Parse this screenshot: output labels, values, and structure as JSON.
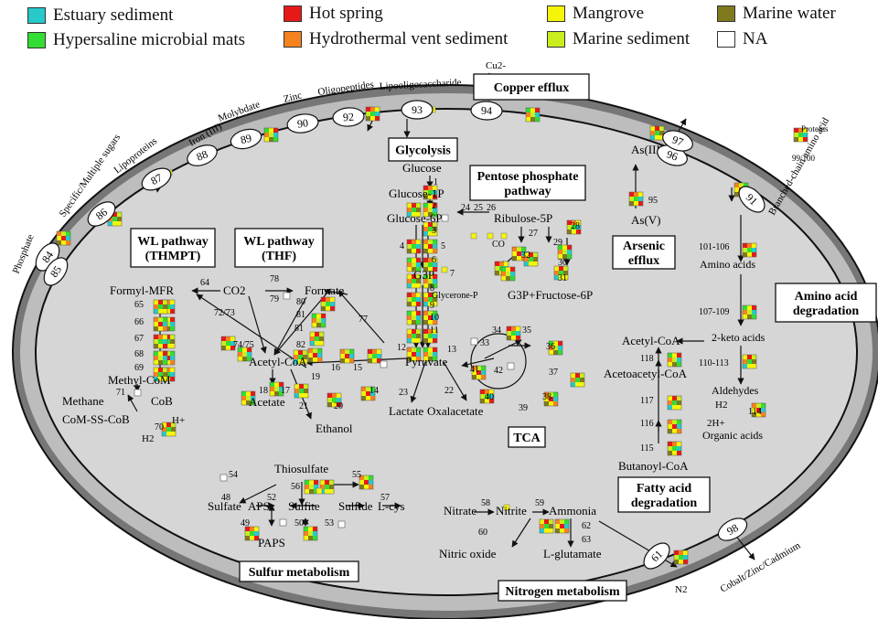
{
  "legend": [
    {
      "label": "Estuary sediment",
      "color": "#27c9c9"
    },
    {
      "label": "Hypersaline microbial mats",
      "color": "#33dd33"
    },
    {
      "label": "Hot spring",
      "color": "#e61919"
    },
    {
      "label": "Hydrothermal vent sediment",
      "color": "#f5821f"
    },
    {
      "label": "Mangrove",
      "color": "#f5f50a"
    },
    {
      "label": "Marine sediment",
      "color": "#c8ee1e"
    },
    {
      "label": "Marine water",
      "color": "#807a1e"
    },
    {
      "label": "NA",
      "color": "#ffffff"
    }
  ],
  "transporters": [
    {
      "num": "84",
      "label": "Phosphate"
    },
    {
      "num": "85",
      "label": ""
    },
    {
      "num": "86",
      "label": "Specific/Multiple sugars"
    },
    {
      "num": "87",
      "label": "Lipoproteins"
    },
    {
      "num": "88",
      "label": "Iron (III)"
    },
    {
      "num": "89",
      "label": "Molybdate"
    },
    {
      "num": "90",
      "label": "Zinc"
    },
    {
      "num": "92",
      "label": "Oligopeptides"
    },
    {
      "num": "93",
      "label": "Lipooligosaccharide"
    },
    {
      "num": "94",
      "label": "Cu2-"
    },
    {
      "num": "96",
      "label": ""
    },
    {
      "num": "97",
      "label": ""
    },
    {
      "num": "91",
      "label": "Branched-chain amino acid"
    },
    {
      "num": "98",
      "label": "Cobalt/Zinc/Cadmium"
    },
    {
      "num": "61",
      "label": "N2"
    }
  ],
  "boxes": {
    "copper": "Copper efflux",
    "glycolysis": "Glycolysis",
    "ppp": "Pentose phosphate pathway",
    "wl_thmpt": "WL pathway (THMPT)",
    "wl_thf": "WL pathway (THF)",
    "arsenic": "Arsenic efflux",
    "amino": "Amino acid degradation",
    "tca": "TCA",
    "fatty": "Fatty acid degradation",
    "sulfur": "Sulfur metabolism",
    "nitrogen": "Nitrogen metabolism"
  },
  "metabolites": {
    "glucose": "Glucose",
    "glucose1p": "Glucose-1P",
    "glucose6p": "Glucose-6P",
    "ribulose5p": "Ribulose-5P",
    "g3p": "G3P",
    "glyceroneP": "Glycerone-P",
    "g3pf6p": "G3P+Fructose-6P",
    "co2a": "CO",
    "pyruvate": "Pyruvate",
    "lactate": "Lactate",
    "oxalacetate": "Oxalacetate",
    "acetylcoa": "Acetyl-CoA",
    "acetate": "Acetate",
    "ethanol": "Ethanol",
    "co2": "CO2",
    "formate": "Formate",
    "formylmfr": "Formyl-MFR",
    "methylcom": "Methyl-CoM",
    "methane": "Methane",
    "cob": "CoB",
    "comsscob": "CoM-SS-CoB",
    "hplus": "H+",
    "h2": "H2",
    "asiii": "As(III)",
    "asv": "As(V)",
    "aminoacids": "Amino acids",
    "ketoacids": "2-keto acids",
    "aldehydes": "Aldehydes",
    "h2b": "H2",
    "twoh": "2H+",
    "organic": "Organic acids",
    "acetylcoa2": "Acetyl-CoA",
    "acetoacetyl": "Acetoacetyl-CoA",
    "butanoyl": "Butanoyl-CoA",
    "thiosulfate": "Thiosulfate",
    "sulfate": "Sulfate",
    "aps": "APS",
    "sulfite": "Sulfite",
    "sulfide": "Sulfide",
    "lcys": "L-cys",
    "paps": "PAPS",
    "nitrate": "Nitrate",
    "nitrite": "Nitrite",
    "ammonia": "Ammonia",
    "nitricoxide": "Nitric oxide",
    "lglutamate": "L-glutamate",
    "proteins": "Proteins",
    "p99": "99/100"
  },
  "steps": {
    "s1": "1",
    "s2": "2",
    "s3": "3",
    "s4": "4",
    "s5": "5",
    "s6": "6",
    "s7": "7",
    "s8": "8",
    "s9": "9",
    "s10": "10",
    "s11": "11",
    "s12": "12",
    "s13": "13",
    "s14": "14",
    "s15": "15",
    "s16": "16",
    "s17": "17",
    "s18": "18",
    "s19": "19",
    "s20": "20",
    "s21": "21",
    "s22": "22",
    "s23": "23",
    "s24": "24",
    "s25": "25",
    "s26": "26",
    "s27": "27",
    "s28": "28",
    "s29": "29",
    "s30": "30",
    "s31": "31",
    "s32": "32",
    "s33": "33",
    "s34": "34",
    "s35": "35",
    "s36": "36",
    "s37": "37",
    "s38": "38",
    "s39": "39",
    "s40": "40",
    "s41": "41",
    "s42": "42",
    "s48": "48",
    "s49": "49",
    "s50": "50",
    "s52": "52",
    "s53": "53",
    "s54": "54",
    "s55": "55",
    "s56": "56",
    "s57": "57",
    "s58": "58",
    "s59": "59",
    "s60": "60",
    "s62": "62",
    "s63": "63",
    "s64": "64",
    "s65": "65",
    "s66": "66",
    "s67": "67",
    "s68": "68",
    "s69": "69",
    "s70": "70",
    "s71": "71",
    "s72": "72/73",
    "s74": "74/75",
    "s77": "77",
    "s78": "78",
    "s79": "79",
    "s80": "80",
    "s81": "81",
    "s81b": "81",
    "s82": "82",
    "s95": "95",
    "s101": "101-106",
    "s107": "107-109",
    "s110": "110-113",
    "s114": "114",
    "s115": "115",
    "s116": "116",
    "s117": "117",
    "s118": "118"
  }
}
